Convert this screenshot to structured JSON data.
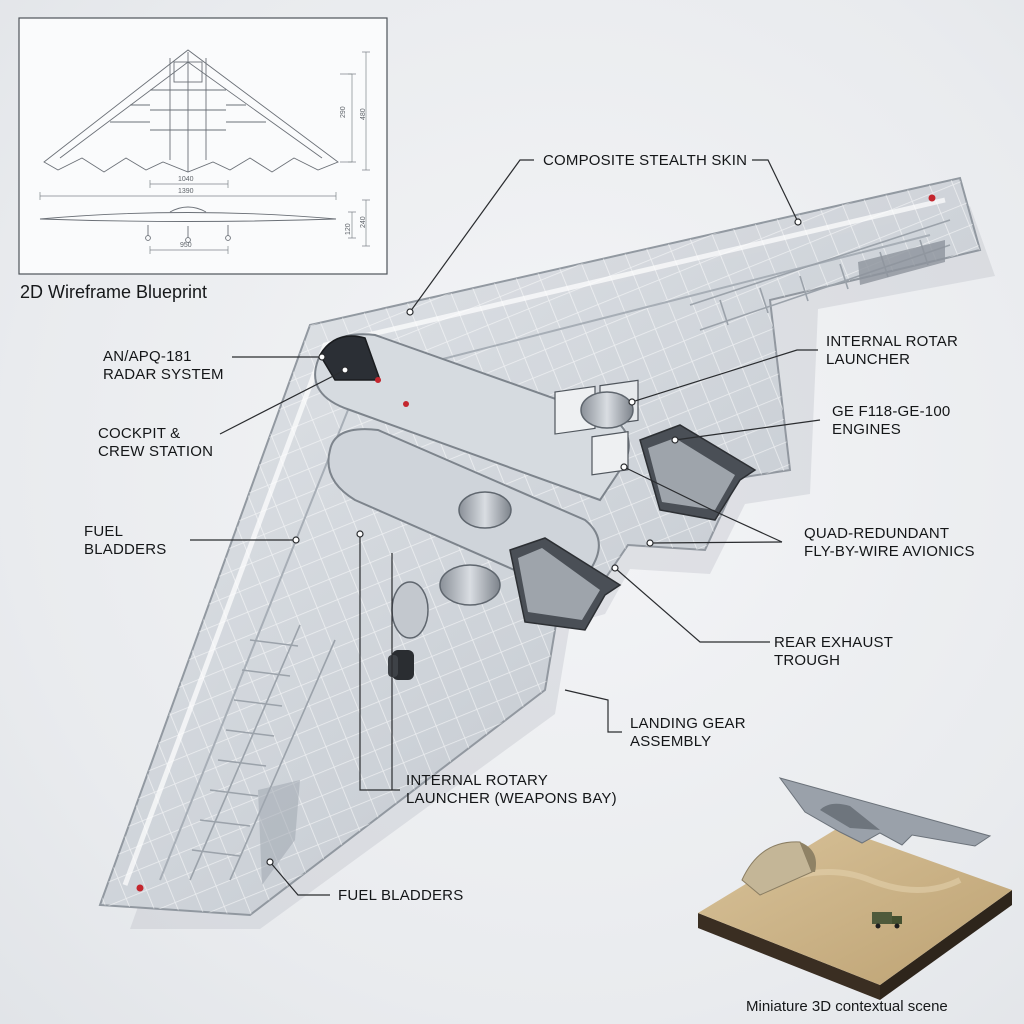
{
  "blueprint": {
    "caption": "2D Wireframe Blueprint",
    "dims": [
      "1040",
      "1390",
      "950",
      "290",
      "480",
      "120",
      "240"
    ]
  },
  "callouts": {
    "composite_skin": [
      "COMPOSITE STEALTH SKIN"
    ],
    "radar": [
      "AN/APQ-181",
      "RADAR SYSTEM"
    ],
    "cockpit": [
      "COCKPIT &",
      "CREW STATION"
    ],
    "fuel_left": [
      "FUEL",
      "BLADDERS"
    ],
    "rotar_launcher": [
      "INTERNAL ROTAR",
      "LAUNCHER"
    ],
    "engines": [
      "GE F118-GE-100",
      "ENGINES"
    ],
    "avionics": [
      "QUAD-REDUNDANT",
      "FLY-BY-WIRE AVIONICS"
    ],
    "exhaust": [
      "REAR EXHAUST",
      "TROUGH"
    ],
    "landing_gear": [
      "LANDING GEAR",
      "ASSEMBLY"
    ],
    "weapons_bay": [
      "INTERNAL ROTARY",
      "LAUNCHER (WEAPONS BAY)"
    ],
    "fuel_bottom": [
      "FUEL BLADDERS"
    ]
  },
  "miniature": {
    "caption": "Miniature 3D contextual scene"
  },
  "colors": {
    "ink": "#141618",
    "skin": "#c9ced4",
    "skin_edge": "#9aa1a9",
    "sand": "#cdb58a",
    "leader": "#2a2c2f"
  }
}
